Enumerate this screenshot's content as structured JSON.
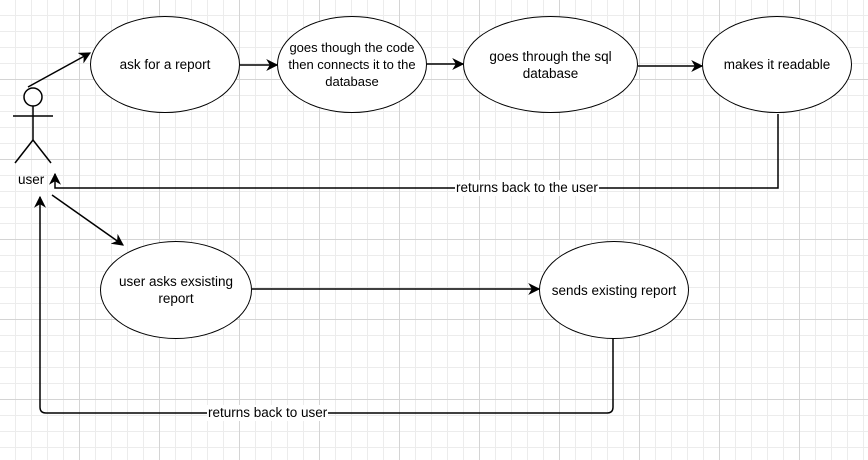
{
  "actor": {
    "label": "user"
  },
  "nodes": {
    "ask_report": "ask for a report",
    "code_connect": "goes though the code\nthen connects it to the\ndatabase",
    "sql": "goes through the sql\ndatabase",
    "readable": "makes it readable",
    "asks_existing": "user asks exsisting\nreport",
    "sends_existing": "sends existing report"
  },
  "edges": {
    "return_user_1": "returns back to the user",
    "return_user_2": "returns back to user"
  },
  "colors": {
    "stroke": "#000000",
    "grid_major": "#d4d4d4",
    "grid_minor": "#ececec",
    "background": "#ffffff"
  }
}
